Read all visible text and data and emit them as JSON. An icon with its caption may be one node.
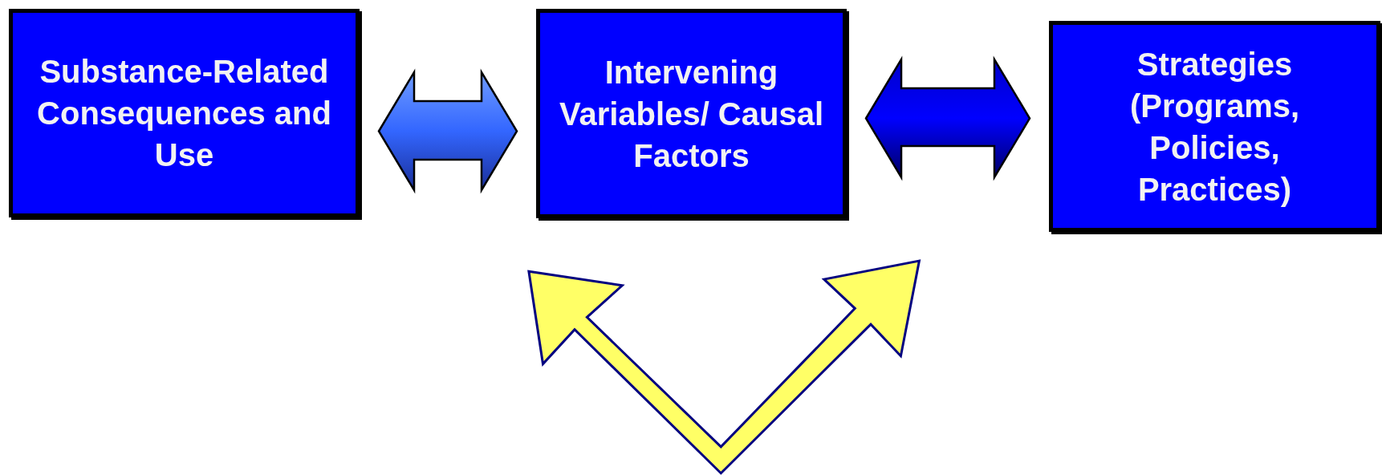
{
  "diagram": {
    "nodes": [
      {
        "text": [
          "Substance-Related Consequences and Use"
        ]
      },
      {
        "text": [
          "Intervening Variables/ Causal Factors"
        ]
      },
      {
        "text": [
          "Strategies (Programs, Policies, Practices)"
        ]
      }
    ],
    "edges": [
      {
        "from": 0,
        "to": 1,
        "arrow": "both"
      },
      {
        "from": 1,
        "to": 2,
        "arrow": "both"
      }
    ]
  }
}
